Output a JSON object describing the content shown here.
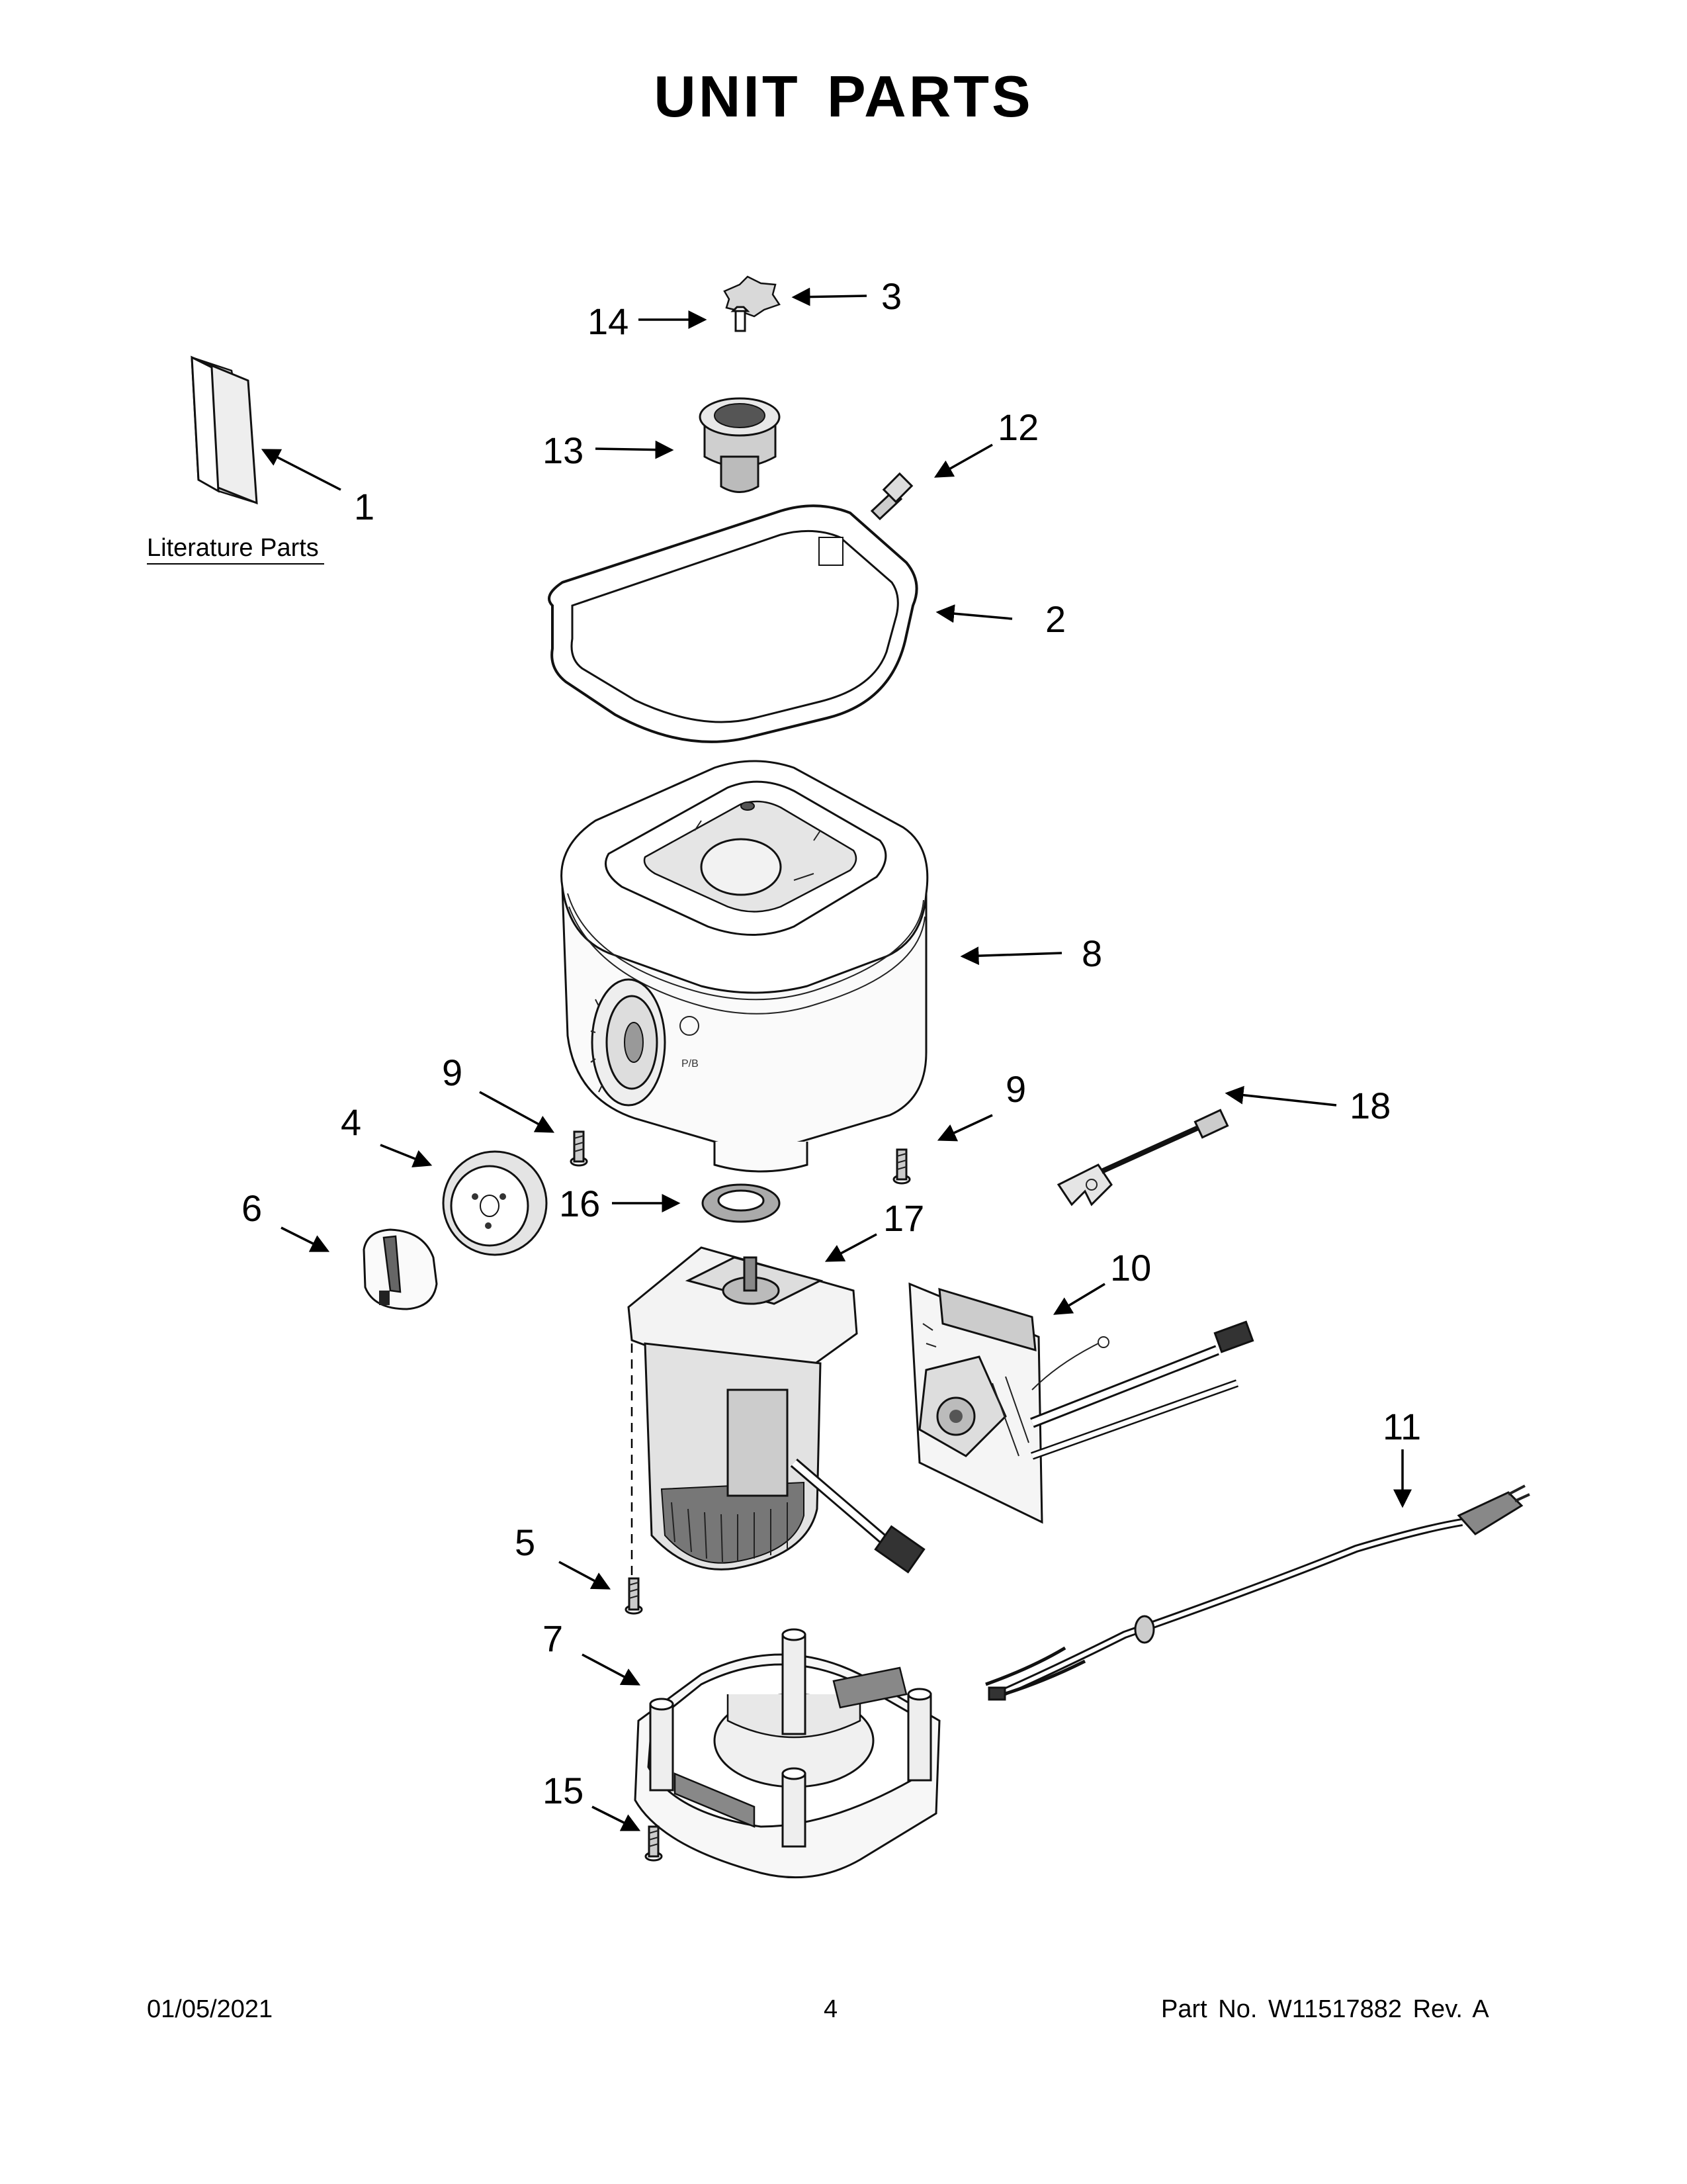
{
  "title": "UNIT PARTS",
  "literature_label": "Literature Parts",
  "callouts": [
    "1",
    "2",
    "3",
    "4",
    "5",
    "6",
    "7",
    "8",
    "9",
    "9",
    "10",
    "11",
    "12",
    "13",
    "14",
    "15",
    "16",
    "17",
    "18"
  ],
  "footer": {
    "date": "01/05/2021",
    "page": "4",
    "part_no": "Part No.  W11517882  Rev.  A"
  }
}
